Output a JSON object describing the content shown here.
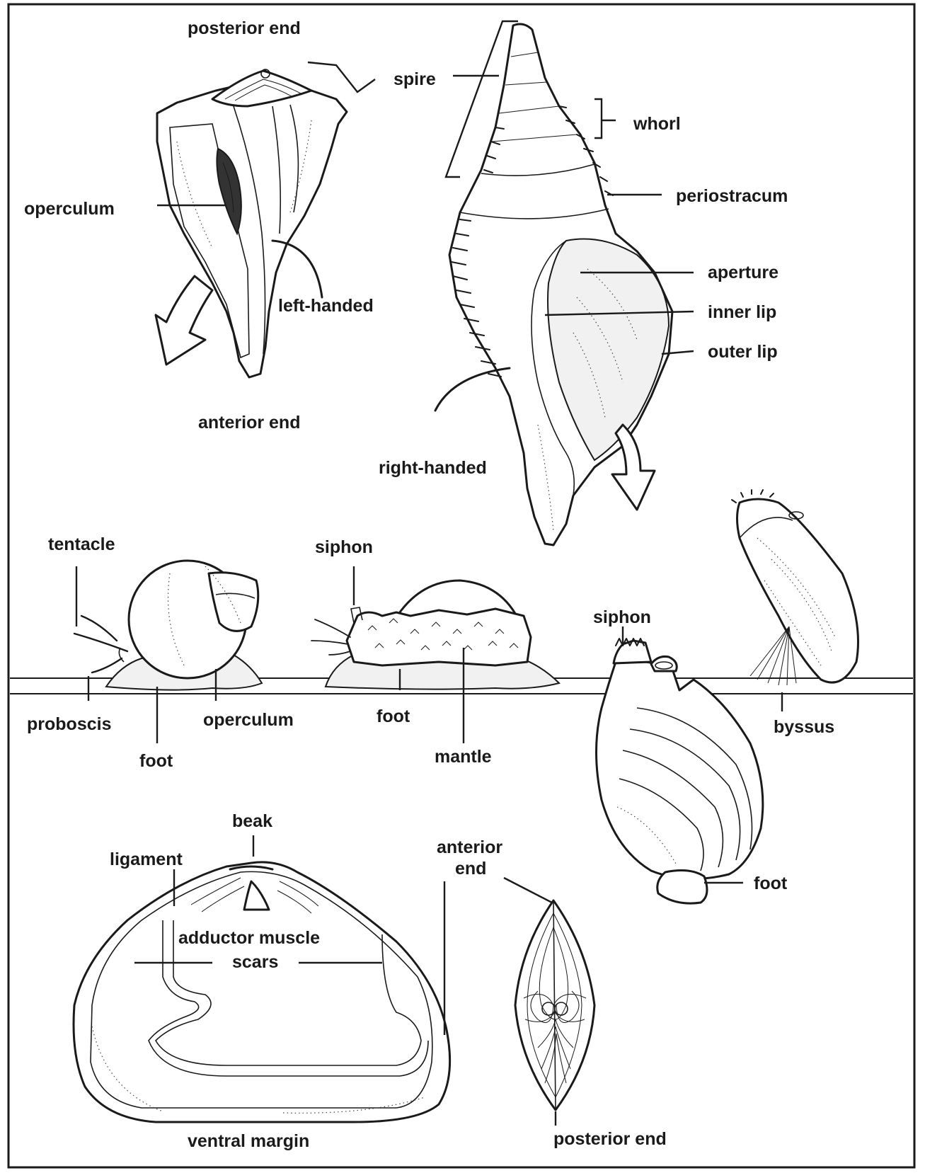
{
  "labels": {
    "whelk_left": {
      "posterior_end": "posterior end",
      "operculum": "operculum",
      "left_handed": "left-handed",
      "anterior_end": "anterior end"
    },
    "whelk_right": {
      "spire": "spire",
      "whorl": "whorl",
      "periostracum": "periostracum",
      "aperture": "aperture",
      "inner_lip": "inner lip",
      "outer_lip": "outer lip",
      "right_handed": "right-handed"
    },
    "snail": {
      "tentacle": "tentacle",
      "proboscis": "proboscis",
      "foot": "foot",
      "operculum": "operculum"
    },
    "slug": {
      "siphon": "siphon",
      "foot": "foot",
      "mantle": "mantle"
    },
    "clam": {
      "siphon": "siphon",
      "foot": "foot"
    },
    "mussel": {
      "byssus": "byssus"
    },
    "valve_interior": {
      "beak": "beak",
      "ligament": "ligament",
      "adductor_1": "adductor muscle",
      "adductor_2": "scars",
      "ventral_margin": "ventral margin"
    },
    "valve_end": {
      "anterior_1": "anterior",
      "anterior_2": "end",
      "posterior_end": "posterior end"
    }
  }
}
